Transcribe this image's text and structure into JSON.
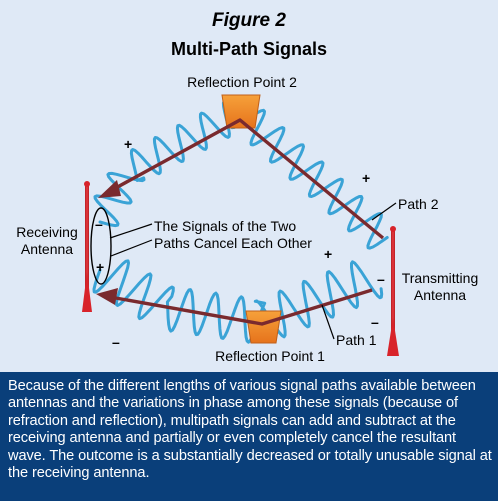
{
  "figure": {
    "label": "Figure 2",
    "title": "Multi-Path Signals"
  },
  "labels": {
    "reflection_point_2": "Reflection Point 2",
    "reflection_point_1": "Reflection Point 1",
    "receiving_antenna_line1": "Receiving",
    "receiving_antenna_line2": "Antenna",
    "transmitting_antenna_line1": "Transmitting",
    "transmitting_antenna_line2": "Antenna",
    "path_1": "Path 1",
    "path_2": "Path 2",
    "cancel_note_line1": "The Signals of the Two",
    "cancel_note_line2": "Paths Cancel Each Other"
  },
  "signs": {
    "plus": "+",
    "minus": "–"
  },
  "caption": "Because of the different lengths of various signal paths available between antennas and the variations in phase among these signals (because of refraction and reflection), multipath signals can add and subtract at the receiving antenna and partially or even completely cancel the resultant wave. The outcome is a substantially decreased or totally unusable signal at the receiving antenna.",
  "colors": {
    "panel_background": "#dfe9f6",
    "caption_background": "#0a3f7a",
    "wave": "#3aa3d6",
    "path_arrow": "#7a2a2e",
    "antenna": "#d8232a",
    "reflector": "#f08a24"
  }
}
